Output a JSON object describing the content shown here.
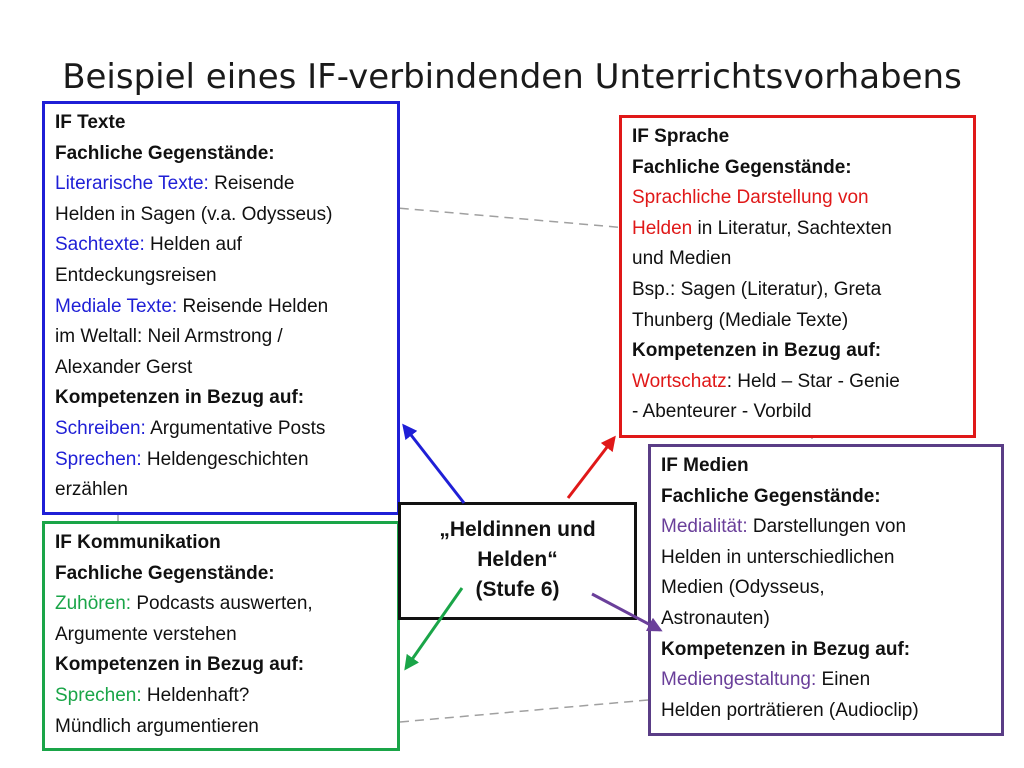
{
  "title": "Beispiel eines IF-verbindenden Unterrichtsvorhabens",
  "center": {
    "line1": "„Heldinnen und",
    "line2": "Helden“",
    "line3": "(Stufe 6)"
  },
  "texte": {
    "heading": "IF Texte",
    "fg_label": "Fachliche Gegenstände:",
    "l1_col": "Literarische Texte:",
    "l1_rest": " Reisende",
    "l2": "Helden in Sagen (v.a. Odysseus)",
    "l3_col": "Sachtexte:",
    "l3_rest": "  Helden auf",
    "l4": "Entdeckungsreisen",
    "l5_col": "Mediale Texte:",
    "l5_rest": " Reisende Helden",
    "l6": "im Weltall: Neil Armstrong /",
    "l7": "Alexander Gerst",
    "komp_label": "Kompetenzen in Bezug auf:",
    "l8_col": "Schreiben:",
    "l8_rest": " Argumentative Posts",
    "l9_col": "Sprechen:",
    "l9_rest": " Heldengeschichten",
    "l10": "erzählen"
  },
  "sprache": {
    "heading": "IF Sprache",
    "fg_label": "Fachliche Gegenstände:",
    "l1": "Sprachliche Darstellung von",
    "l2_col": "Helden",
    "l2_rest": " in Literatur, Sachtexten",
    "l3": "und Medien",
    "l4": "Bsp.:  Sagen (Literatur), Greta",
    "l5": "Thunberg (Mediale Texte)",
    "komp_label": "Kompetenzen in Bezug auf:",
    "l6_col": "Wortschatz",
    "l6_rest": ": Held – Star - Genie",
    "l7": "- Abenteurer - Vorbild"
  },
  "kommunikation": {
    "heading": "IF Kommunikation",
    "fg_label": "Fachliche Gegenstände:",
    "l1_col": "Zuhören:",
    "l1_rest": " Podcasts auswerten,",
    "l2": "Argumente verstehen",
    "komp_label": "Kompetenzen in Bezug auf:",
    "l3_col": "Sprechen:",
    "l3_rest": "  Heldenhaft?",
    "l4": "Mündlich argumentieren"
  },
  "medien": {
    "heading": "IF Medien",
    "fg_label": "Fachliche Gegenstände:",
    "l1_col": "Medialität:",
    "l1_rest": " Darstellungen von",
    "l2": "Helden in unterschiedlichen",
    "l3": "Medien (Odysseus,",
    "l4": "Astronauten)",
    "komp_label": "Kompetenzen in Bezug auf:",
    "l5_col": "Mediengestaltung:",
    "l5_rest": " Einen",
    "l6": "Helden porträtieren (Audioclip)"
  },
  "colors": {
    "texte": "#1f1fd6",
    "sprache": "#e01818",
    "kommunikation": "#1aa548",
    "medien": "#5a3d86",
    "connector": "#a0a0a0"
  }
}
